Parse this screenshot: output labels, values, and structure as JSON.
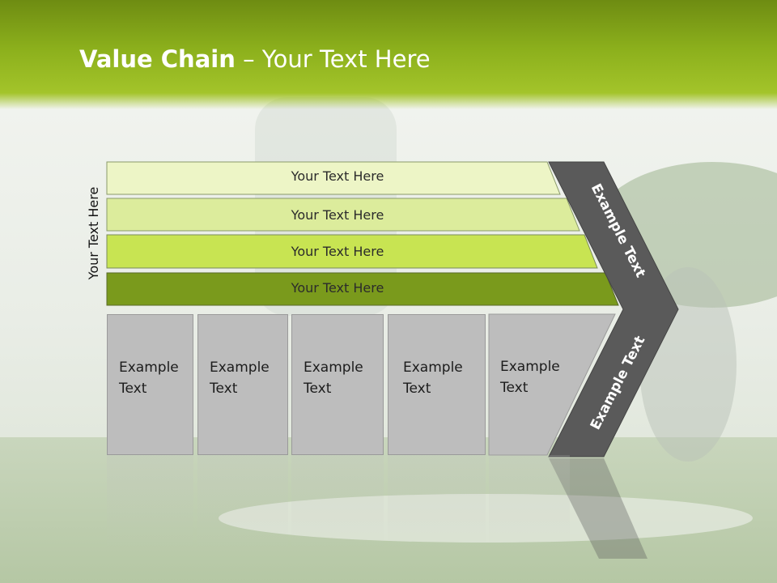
{
  "title": {
    "bold": "Value Chain",
    "rest": " – Your Text Here"
  },
  "vertical_label": "Your Text Here",
  "bars": [
    {
      "label": "Your Text Here",
      "color": "#edf5c6"
    },
    {
      "label": "Your Text Here",
      "color": "#dcec9c"
    },
    {
      "label": "Your Text Here",
      "color": "#c8e452"
    },
    {
      "label": "Your Text Here",
      "color": "#7a9a1c"
    }
  ],
  "boxes": [
    {
      "line1": "Example",
      "line2": "Text"
    },
    {
      "line1": "Example",
      "line2": "Text"
    },
    {
      "line1": "Example",
      "line2": "Text"
    },
    {
      "line1": "Example",
      "line2": "Text"
    },
    {
      "line1": "Example",
      "line2": "Text"
    }
  ],
  "chevron": {
    "upper": "Example Text",
    "lower": "Example Text",
    "color": "#5a5a5a"
  }
}
